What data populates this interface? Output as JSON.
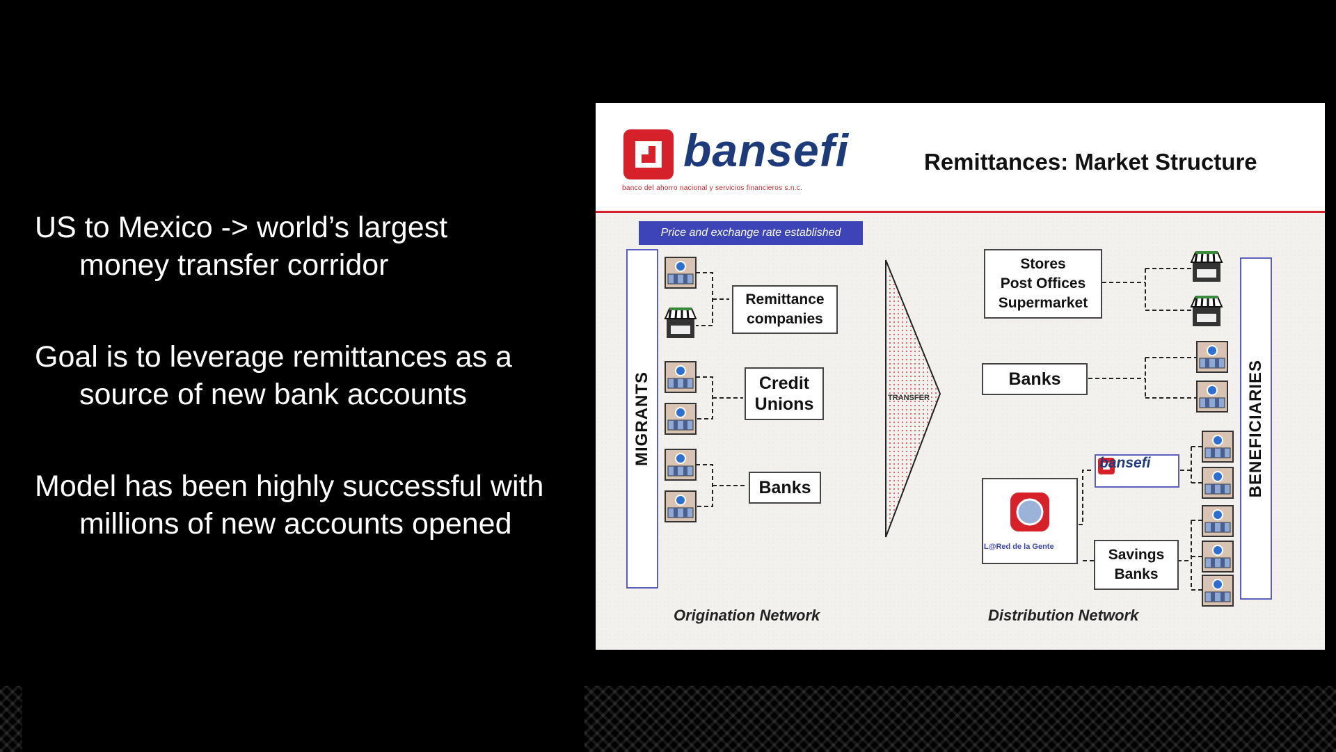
{
  "bullets": [
    {
      "line1": "US to Mexico -> world’s largest",
      "line2": "money transfer corridor"
    },
    {
      "line1": "Goal is to leverage remittances as a",
      "line2": "source of new bank accounts"
    },
    {
      "line1": "Model has been highly successful with",
      "line2": "millions of new accounts opened"
    }
  ],
  "panel": {
    "logo_text": "bansefi",
    "logo_subtitle": "banco del ahorro nacional y servicios financieros s.n.c.",
    "title": "Remittances: Market Structure",
    "tagline": "Price and  exchange rate established",
    "migrants_label": "MIGRANTS",
    "beneficiaries_label": "BENEFICIARIES",
    "transfer_label": "TRANSFER",
    "origination": {
      "remittance_companies": "Remittance\ncompanies",
      "credit_unions": "Credit\nUnions",
      "banks": "Banks",
      "label": "Origination Network"
    },
    "distribution": {
      "stores": "Stores\nPost Offices\nSupermarket",
      "banks": "Banks",
      "bansefi_logo": "bansefi",
      "red_label": "L@Red de la Gente",
      "savings_banks": "Savings\nBanks",
      "label": "Distribution Network"
    }
  },
  "colors": {
    "accent_red": "#d6202a",
    "brand_blue": "#1d3b7a",
    "tag_blue": "#3d44b5",
    "bar_border": "#5a5fbf"
  }
}
